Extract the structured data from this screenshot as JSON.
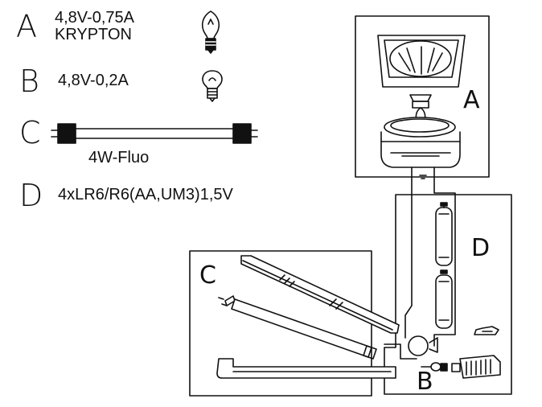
{
  "legend": {
    "a": {
      "letter": "A",
      "line1": "4,8V-0,75A",
      "line2": "KRYPTON",
      "icon": "krypton-bulb-icon"
    },
    "b": {
      "letter": "B",
      "line1": "4,8V-0,2A",
      "icon": "small-bulb-icon"
    },
    "c": {
      "letter": "C",
      "caption": "4W-Fluo",
      "icon": "fluorescent-tube-icon"
    },
    "d": {
      "letter": "D",
      "line1": "4xLR6/R6(AA,UM3)1,5V"
    }
  },
  "diagram": {
    "label_a": "A",
    "label_b": "B",
    "label_c": "C",
    "label_d": "D"
  },
  "colors": {
    "ink": "#111111",
    "paper": "#ffffff"
  }
}
